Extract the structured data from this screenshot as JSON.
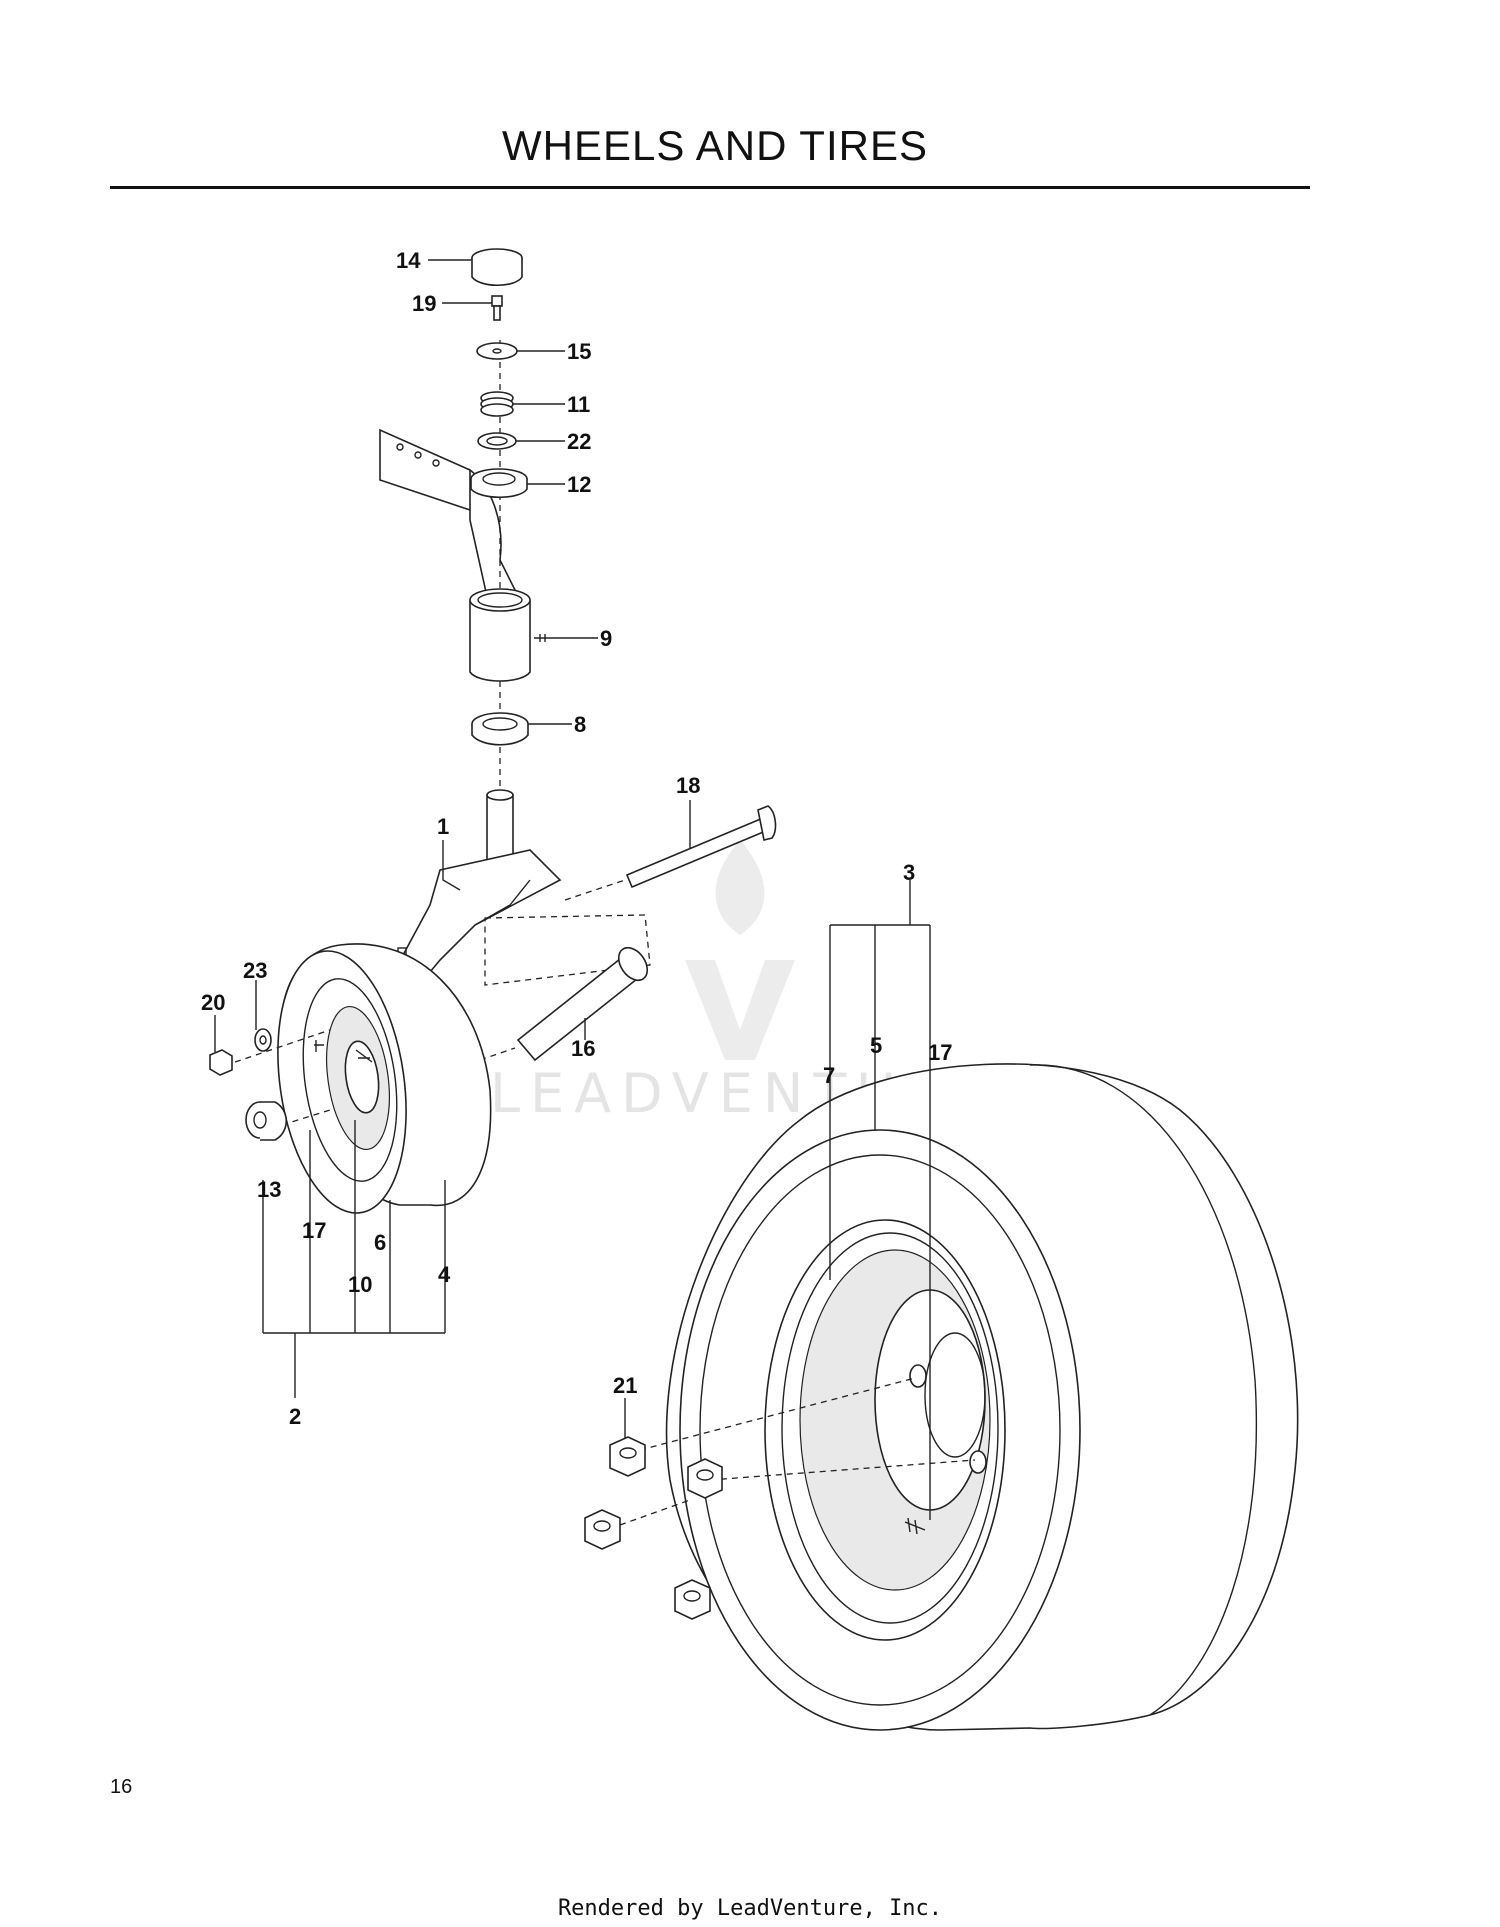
{
  "page": {
    "title": "WHEELS AND TIRES",
    "page_number": "16",
    "footer": "Rendered by LeadVenture, Inc."
  },
  "watermark": {
    "text": "LEADVENTURE",
    "icon": "flame-logo-icon"
  },
  "callouts": {
    "c1": "1",
    "c2": "2",
    "c3": "3",
    "c4": "4",
    "c5": "5",
    "c6": "6",
    "c7": "7",
    "c8": "8",
    "c9": "9",
    "c10": "10",
    "c11": "11",
    "c12": "12",
    "c13": "13",
    "c14": "14",
    "c15": "15",
    "c16": "16",
    "c17a": "17",
    "c17b": "17",
    "c18": "18",
    "c19": "19",
    "c20": "20",
    "c21": "21",
    "c22": "22",
    "c23": "23"
  }
}
